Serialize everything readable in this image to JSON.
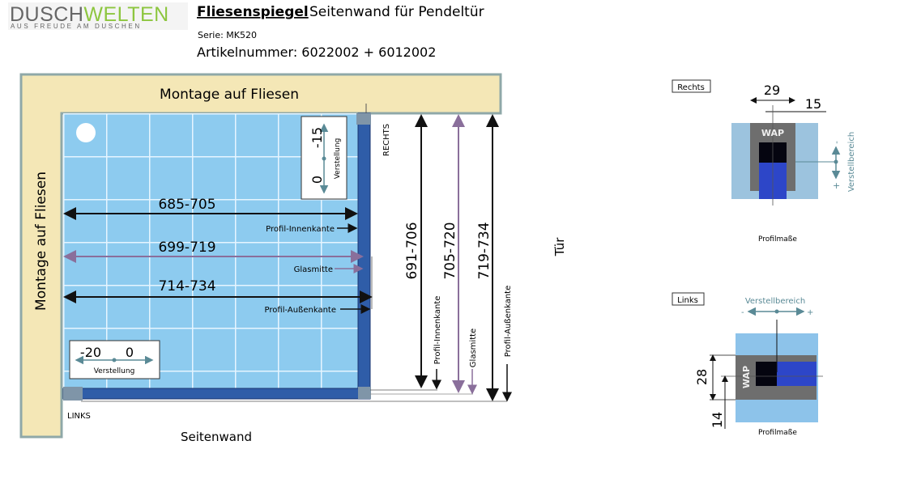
{
  "logo": {
    "brand_part1": "DUSCH",
    "brand_part2": "WELTEN",
    "tagline": "AUS FREUDE AM DUSCHEN"
  },
  "header": {
    "title_bold": "Fliesenspiegel",
    "title_rest": "Seitenwand für Pendeltür",
    "serie": "Serie:  MK520",
    "artikel": "Artikelnummer: 6022002 + 6012002"
  },
  "plan": {
    "wall_top_label": "Montage auf Fliesen",
    "wall_left_label": "Montage auf Fliesen",
    "right_adjust": {
      "min": "-15",
      "zero": "0",
      "label": "Verstellung"
    },
    "left_adjust": {
      "min": "-20",
      "zero": "0",
      "label": "Verstellung"
    },
    "horizontal_dims": [
      {
        "value": "685-705",
        "label": "Profil-Innenkante"
      },
      {
        "value": "699-719",
        "label": "Glasmitte"
      },
      {
        "value": "714-734",
        "label": "Profil-Außenkante"
      }
    ],
    "vertical_dims": [
      {
        "value": "691-706",
        "label": "Profil-Innenkante"
      },
      {
        "value": "705-720",
        "label": "Glasmitte"
      },
      {
        "value": "719-734",
        "label": "Profil-Außenkante"
      }
    ],
    "rechts": "RECHTS",
    "links": "LINKS",
    "seitenwand": "Seitenwand",
    "tuer": "Tür"
  },
  "profiles": {
    "rechts": {
      "tag": "Rechts",
      "dim_a": "29",
      "dim_b": "15",
      "wap": "WAP",
      "range": "Verstellbereich",
      "plus": "+",
      "minus": "-",
      "caption": "Profilmaße"
    },
    "links": {
      "tag": "Links",
      "dim_a": "28",
      "dim_b": "14",
      "wap": "WAP",
      "range": "Verstellbereich",
      "plus": "+",
      "minus": "-",
      "caption": "Profilmaße"
    }
  },
  "colors": {
    "wall": "#f4e7b6",
    "tile": "#8dcbef",
    "profile": "#2f5da8",
    "purple": "#8a6f9b",
    "green": "#8dc63f"
  }
}
